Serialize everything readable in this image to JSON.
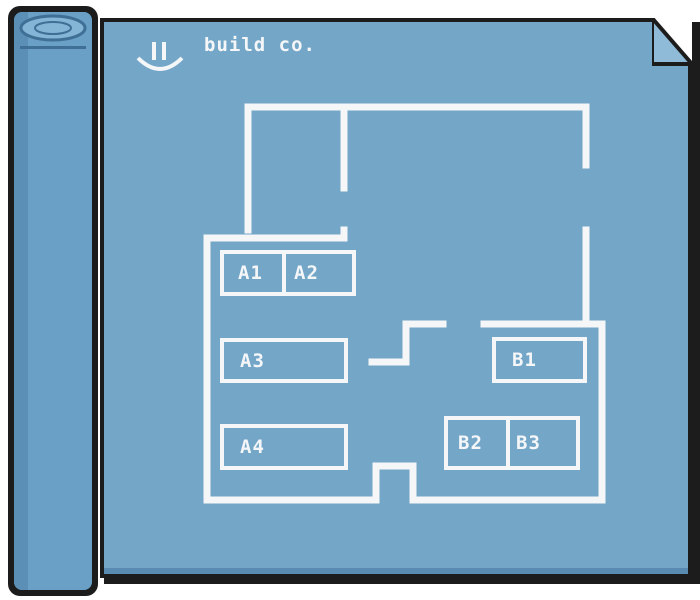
{
  "brand": {
    "name": "build co.",
    "logo_icon": "smile-logo-icon"
  },
  "colors": {
    "paper": "#74a6c8",
    "outline": "#1c1c1c",
    "lines": "#f4f6f8",
    "roll": "#6a9fc6"
  },
  "rooms": [
    {
      "id": "A1",
      "label": "A1"
    },
    {
      "id": "A2",
      "label": "A2"
    },
    {
      "id": "A3",
      "label": "A3"
    },
    {
      "id": "A4",
      "label": "A4"
    },
    {
      "id": "B1",
      "label": "B1"
    },
    {
      "id": "B2",
      "label": "B2"
    },
    {
      "id": "B3",
      "label": "B3"
    }
  ]
}
